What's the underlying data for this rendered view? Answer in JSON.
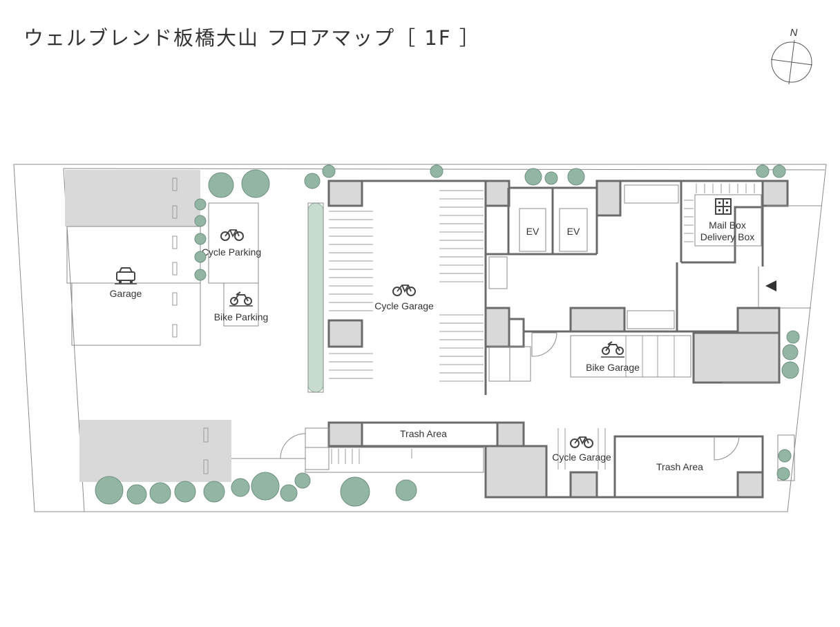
{
  "header": {
    "title": "ウェルブレンド板橋大山 フロアマップ［ 1F ］"
  },
  "compass": {
    "north_label": "N"
  },
  "areas": {
    "garage": "Garage",
    "cycle_parking": "Cycle Parking",
    "bike_parking": "Bike Parking",
    "cycle_garage_main": "Cycle Garage",
    "ev1": "EV",
    "ev2": "EV",
    "mailbox_line1": "Mail Box",
    "mailbox_line2": "Delivery Box",
    "bike_garage": "Bike Garage",
    "trash_area_1": "Trash Area",
    "cycle_garage_south": "Cycle Garage",
    "trash_area_2": "Trash Area"
  },
  "icons": {
    "car": "car-icon",
    "bicycle": "bicycle-icon",
    "motorcycle": "motorcycle-icon",
    "mailbox": "mailbox-icon",
    "entrance_arrow": "entrance-arrow-icon"
  },
  "colors": {
    "wall": "#6b6b6b",
    "column": "#d9d9d9",
    "tree": "#93b5a3",
    "text": "#333333"
  }
}
